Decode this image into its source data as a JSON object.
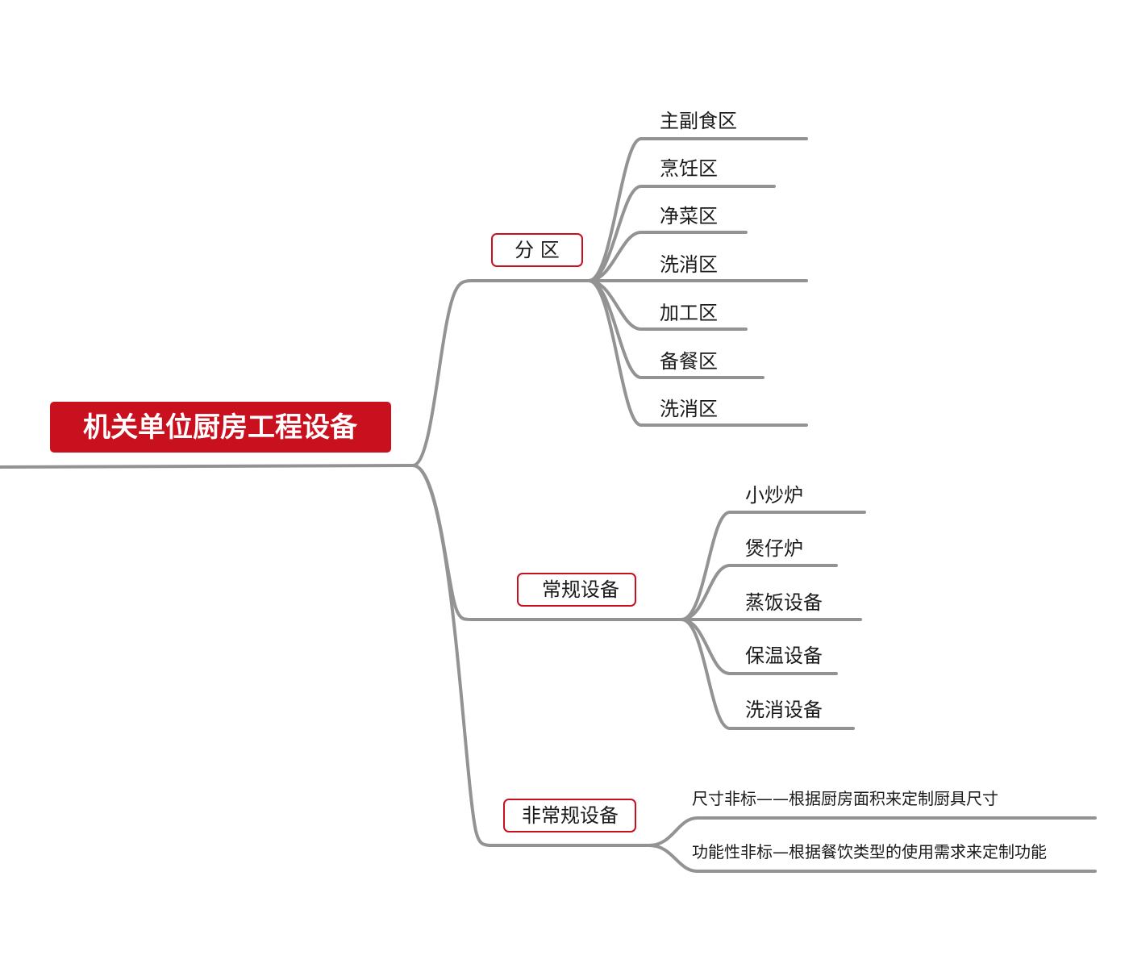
{
  "root": {
    "label": "机关单位厨房工程设备",
    "color": "#c8101e"
  },
  "branches": [
    {
      "label": "分 区",
      "children": [
        "主副食区",
        "烹饪区",
        "净菜区",
        "洗消区",
        "加工区",
        "备餐区",
        "洗消区"
      ]
    },
    {
      "label": "常规设备",
      "children": [
        "小炒炉",
        "煲仔炉",
        "蒸饭设备",
        "保温设备",
        "洗消设备"
      ]
    },
    {
      "label": "非常规设备",
      "children": [
        "尺寸非标——根据厨房面积来定制厨具尺寸",
        "功能性非标—根据餐饮类型的使用需求来定制功能"
      ]
    }
  ],
  "colors": {
    "connector": "#939393",
    "accent": "#c8101e"
  }
}
